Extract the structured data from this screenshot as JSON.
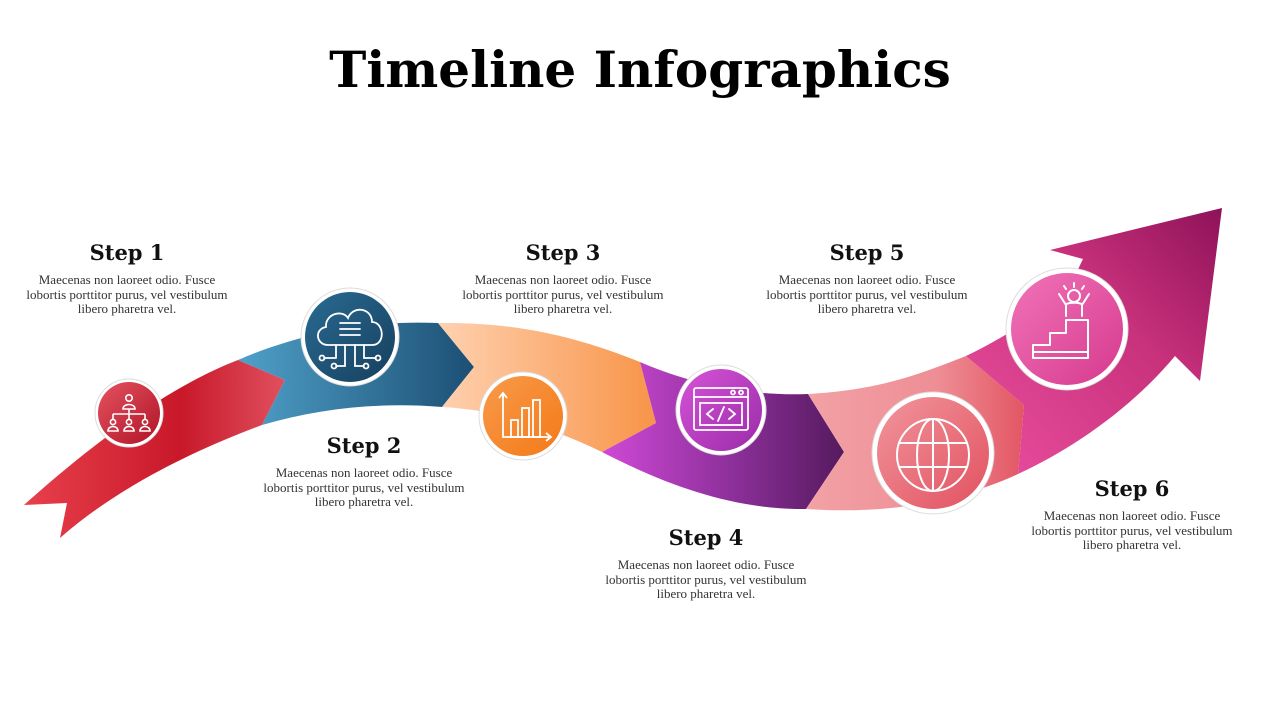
{
  "title": "Timeline Infographics",
  "steps": [
    {
      "label": "Step 1",
      "text": "Maecenas non laoreet odio. Fusce lobortis porttitor purus, vel vestibulum libero pharetra vel.",
      "icon": "organization-chart-icon",
      "color": "#c81a2c"
    },
    {
      "label": "Step 2",
      "text": "Maecenas non laoreet odio. Fusce lobortis porttitor purus, vel vestibulum libero pharetra vel.",
      "icon": "cloud-network-icon",
      "color": "#1f5a7d"
    },
    {
      "label": "Step 3",
      "text": "Maecenas non laoreet odio. Fusce lobortis porttitor purus, vel vestibulum libero pharetra vel.",
      "icon": "bar-chart-icon",
      "color": "#f7862a"
    },
    {
      "label": "Step 4",
      "text": "Maecenas non laoreet odio. Fusce lobortis porttitor purus, vel vestibulum libero pharetra vel.",
      "icon": "code-window-icon",
      "color": "#b03ac0"
    },
    {
      "label": "Step 5",
      "text": "Maecenas non laoreet odio. Fusce lobortis porttitor purus, vel vestibulum libero pharetra vel.",
      "icon": "globe-icon",
      "color": "#e86a78"
    },
    {
      "label": "Step 6",
      "text": "Maecenas non laoreet odio. Fusce lobortis porttitor purus, vel vestibulum libero pharetra vel.",
      "icon": "success-stairs-icon",
      "color": "#d53f96"
    }
  ]
}
